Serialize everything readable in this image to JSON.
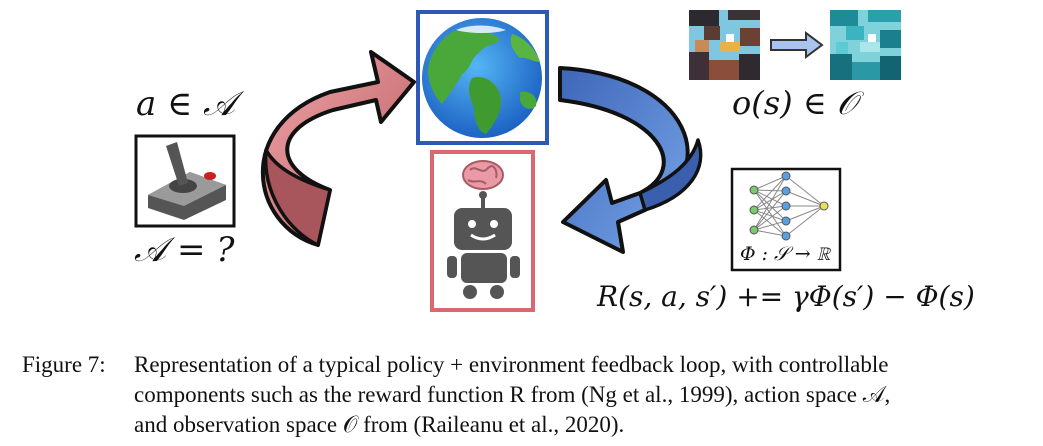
{
  "diagram": {
    "action_label": "a ∈ 𝒜",
    "action_space_label": "𝒜 = ?",
    "observation_label": "o(s) ∈ 𝒪",
    "potential_label": "Φ : 𝒮 → ℝ",
    "reward_label": "R(s, a, s′) += γΦ(s′) − Φ(s)",
    "colors": {
      "left_arrow": "#d97b80",
      "right_arrow": "#4f7fd0",
      "earth_box": "#2d57b8",
      "agent_box": "#d9696e",
      "robot": "#555555",
      "brain": "#e99aa4"
    },
    "icons": [
      "earth-icon",
      "robot-icon",
      "brain-icon",
      "joystick-icon",
      "neural-network-icon",
      "pixel-game-frame-icon"
    ]
  },
  "caption": {
    "label": "Figure 7:",
    "line1": "Representation of a typical policy + environment feedback loop, with controllable",
    "line2": "components such as the reward function R from (Ng et al., 1999), action space 𝒜,",
    "line3": "and observation space 𝒪 from (Raileanu et al., 2020)."
  }
}
